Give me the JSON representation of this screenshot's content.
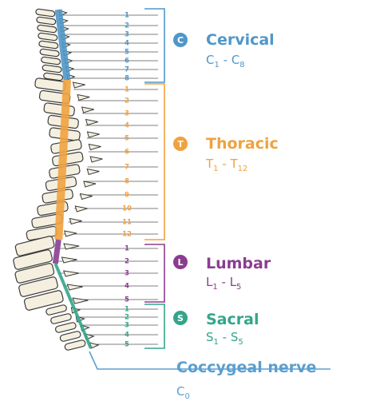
{
  "colors": {
    "cervical": "#4f97c9",
    "thoracic": "#efa23f",
    "lumbar": "#8a3d8f",
    "sacral": "#33a58a",
    "coccygeal": "#5a9fd0",
    "bone_fill": "#f4efdf",
    "bone_stroke": "#3d3d3d",
    "nerve_line": "#555555"
  },
  "regions": [
    {
      "key": "cervical",
      "badge": "C",
      "name": "Cervical",
      "range_start": "C",
      "range_start_sub": "1",
      "dash": "-",
      "range_end": "C",
      "range_end_sub": "8",
      "numbers": [
        "1",
        "2",
        "3",
        "4",
        "5",
        "6",
        "7",
        "8"
      ]
    },
    {
      "key": "thoracic",
      "badge": "T",
      "name": "Thoracic",
      "range_start": "T",
      "range_start_sub": "1",
      "dash": "-",
      "range_end": "T",
      "range_end_sub": "12",
      "numbers": [
        "1",
        "2",
        "3",
        "4",
        "5",
        "6",
        "7",
        "8",
        "9",
        "10",
        "11",
        "12"
      ]
    },
    {
      "key": "lumbar",
      "badge": "L",
      "name": "Lumbar",
      "range_start": "L",
      "range_start_sub": "1",
      "dash": "-",
      "range_end": "L",
      "range_end_sub": "5",
      "numbers": [
        "1",
        "2",
        "3",
        "4",
        "5"
      ]
    },
    {
      "key": "sacral",
      "badge": "S",
      "name": "Sacral",
      "range_start": "S",
      "range_start_sub": "1",
      "dash": "-",
      "range_end": "S",
      "range_end_sub": "5",
      "numbers": [
        "1",
        "2",
        "3",
        "4",
        "5"
      ]
    }
  ],
  "coccygeal": {
    "name": "Coccygeal nerve",
    "range": "C",
    "range_sub": "0"
  }
}
